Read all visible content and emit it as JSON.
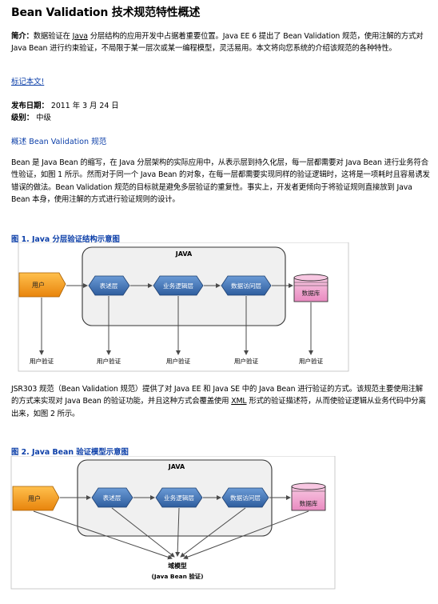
{
  "article": {
    "title": "Bean Validation 技术规范特性概述",
    "abstract_label": "简介：",
    "abstract_pre": "数据验证在 ",
    "abstract_java": "Java",
    "abstract_post": " 分层结构的应用开发中占据着重要位置。Java EE 6 提出了 Bean Validation 规范，使用注解的方式对 Java Bean 进行约束验证，不局限于某一层次或某一编程模型，灵活易用。本文将向您系统的介绍该规范的各种特性。",
    "mark_link": "标记本文!",
    "date_label": "发布日期：",
    "date_value": " 2011 年 3 月 24 日",
    "level_label": "级别：",
    "level_value": " 中级",
    "section_title": "概述 Bean Validation 规范",
    "p1_a": "Bean 是 Java Bean 的缩写，在 Java 分层架构的实际应用中，从表示层到持久化层，每一层都需要对 Java Bean 进行业务符合性验证，如图 1 所示。然而对于同一个 Java Bean 的对象，在每一层都需要实现同样的验证逻辑时，这将是一项耗时且容易诱发错误的做法。",
    "p1_b": "Bean Validation 规范的目标就是避免多层验证的重复性。事实上，开发者更倾向于将验证规则直接放到 Java Bean 本身，使用注解的方式进行验证规则的设计。",
    "fig1_caption": "图 1. Java 分层验证结构示意图",
    "p2_pre": "JSR303 规范（Bean Validation 规范）提供了对 Java EE 和 Java SE 中的 Java Bean 进行验证的方式。该规范主要使用注解的方式来实现对 Java Bean 的验证功能，并且这种方式会覆盖使用 ",
    "p2_xml": "XML",
    "p2_post": " 形式的验证描述符，从而使验证逻辑从业务代码中分离出来，如图 2 所示。",
    "fig2_caption": "图 2. Java Bean 验证模型示意图"
  },
  "fig1": {
    "java_label": "JAVA",
    "user": "用户",
    "layer_presentation": "表述层",
    "layer_business": "业务逻辑层",
    "layer_data": "数据访问层",
    "database": "数据库",
    "validation_labels": [
      "用户验证",
      "用户验证",
      "用户验证",
      "用户验证",
      "用户验证"
    ]
  },
  "fig2": {
    "java_label": "JAVA",
    "user": "用户",
    "layer_presentation": "表述层",
    "layer_business": "业务逻辑层",
    "layer_data": "数据访问层",
    "database": "数据库",
    "model_title": "域模型",
    "model_sub": "(Java Bean 验证)"
  },
  "colors": {
    "link_blue": "#0b3ea8",
    "user_orange": "#f29a1f",
    "layer_blue": "#3f73b6",
    "db_pink": "#f0a8d0"
  }
}
